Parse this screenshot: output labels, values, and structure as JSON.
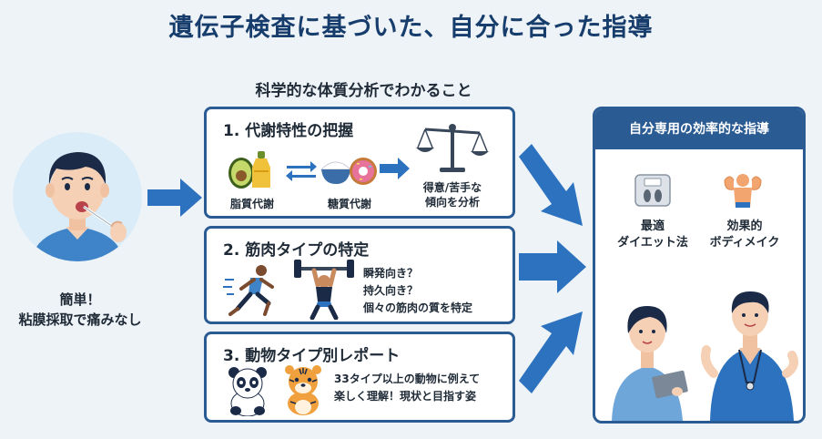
{
  "title": "遺伝子検査に基づいた、自分に合った指導",
  "subtitle": "科学的な体質分析でわかること",
  "left": {
    "caption_line1": "簡単！",
    "caption_line2": "粘膜採取で痛みなし"
  },
  "panels": [
    {
      "title": "1. 代謝特性の把握",
      "labels": [
        "脂質代謝",
        "糖質代謝"
      ],
      "result_line1": "得意/苦手な",
      "result_line2": "傾向を分析"
    },
    {
      "title": "2. 筋肉タイプの特定",
      "lines": [
        "瞬発向き？",
        "持久向き？",
        "個々の筋肉の質を特定"
      ]
    },
    {
      "title": "3. 動物タイプ別レポート",
      "lines": [
        "33タイプ以上の動物に例えて",
        "楽しく理解！現状と目指す姿"
      ]
    }
  ],
  "right": {
    "header": "自分専用の効率的な指導",
    "items": [
      {
        "line1": "最適",
        "line2": "ダイエット法",
        "icon": "scale-icon"
      },
      {
        "line1": "効果的",
        "line2": "ボディメイク",
        "icon": "muscle-icon"
      }
    ]
  },
  "colors": {
    "background": "#eef3f8",
    "navy": "#173d6c",
    "frame": "#2a5b93",
    "arrow": "#2d72bf",
    "avocado": "#6b8f2c",
    "orange_muscle": "#f2a56e"
  }
}
